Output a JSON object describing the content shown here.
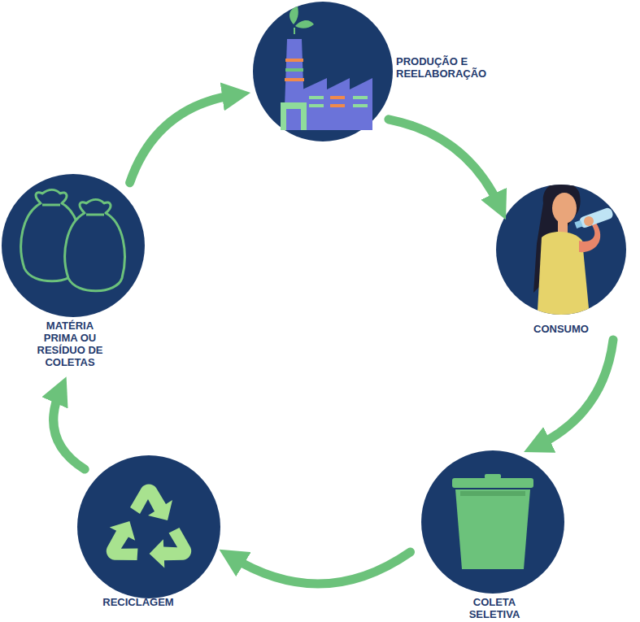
{
  "diagram": {
    "nodes": [
      {
        "text": [
          "PRODUÇÃO E REELABORAÇÃO"
        ]
      },
      {
        "text": [
          "CONSUMO"
        ]
      },
      {
        "text": [
          "COLETA SELETIVA"
        ]
      },
      {
        "text": [
          "RECICLAGEM"
        ]
      },
      {
        "text": [
          "MATÉRIA PRIMA OU RESÍDUO DE COLETAS"
        ]
      }
    ],
    "edges": [
      {
        "from": 0,
        "to": 1,
        "arrow": "to"
      },
      {
        "from": 1,
        "to": 2,
        "arrow": "to"
      },
      {
        "from": 2,
        "to": 3,
        "arrow": "to"
      },
      {
        "from": 3,
        "to": 4,
        "arrow": "to"
      },
      {
        "from": 4,
        "to": 0,
        "arrow": "to"
      }
    ]
  }
}
